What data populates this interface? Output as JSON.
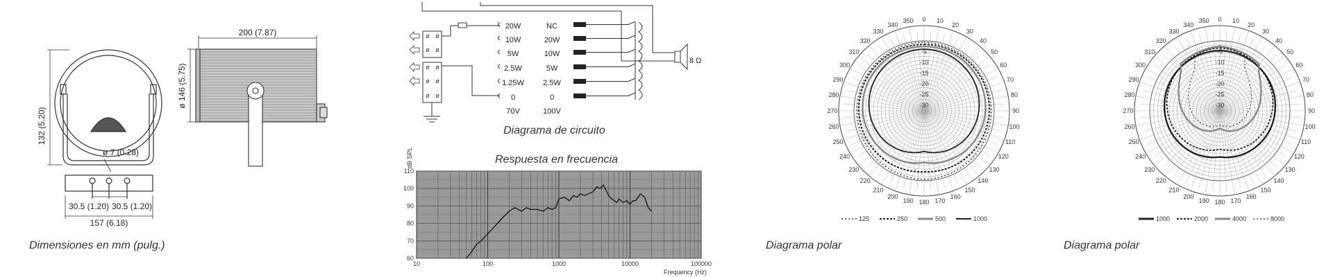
{
  "dimensions": {
    "caption": "Dimensiones en mm (pulg.)",
    "width_top": "200 (7.87)",
    "height_left": "132 (5.20)",
    "diameter_side": "ø 146 (5.75)",
    "hole_diameter": "ø 7 (0.28)",
    "spacing_left": "30.5 (1.20)",
    "spacing_right": "30.5 (1.20)",
    "base_width": "157 (6.18)"
  },
  "circuit": {
    "caption": "Diagrama de circuito",
    "col_70v": [
      "20W",
      "10W",
      "5W",
      "2.5W",
      "1.25W",
      "0"
    ],
    "col_100v": [
      "NC",
      "20W",
      "10W",
      "5W",
      "2.5W",
      "0"
    ],
    "label_70v": "70V",
    "label_100v": "100V",
    "impedance": "8 Ω"
  },
  "freq": {
    "caption": "Respuesta en frecuencia",
    "chart_data": {
      "type": "line",
      "title": "Respuesta en frecuencia",
      "xlabel": "Frequency (Hz)",
      "ylabel": "dB SPL",
      "xscale": "log",
      "xlim": [
        10,
        100000
      ],
      "ylim": [
        60,
        110
      ],
      "xticks": [
        "10",
        "100",
        "1000",
        "10000",
        "100000"
      ],
      "yticks": [
        "60",
        "70",
        "80",
        "90",
        "100",
        "110"
      ],
      "series": [
        {
          "x": [
            50,
            60,
            70,
            80,
            100,
            130,
            160,
            200,
            240,
            300,
            350,
            400,
            500,
            600,
            700,
            800,
            900,
            1000,
            1200,
            1400,
            1600,
            1800,
            2000,
            2300,
            2600,
            3000,
            3400,
            3800,
            4200,
            4600,
            5000,
            5500,
            6000,
            6500,
            7000,
            8000,
            9000,
            10000,
            11000,
            12000,
            14000,
            16000,
            18000,
            20000
          ],
          "y": [
            60,
            64,
            68,
            70,
            74,
            79,
            83,
            87,
            89,
            87,
            89,
            88,
            88,
            87,
            89,
            88,
            89,
            94,
            95,
            93,
            96,
            95,
            97,
            96,
            97,
            98,
            101,
            100,
            102,
            99,
            96,
            94,
            93,
            92,
            94,
            92,
            93,
            91,
            93,
            93,
            97,
            95,
            89,
            87
          ]
        }
      ]
    }
  },
  "polar1": {
    "caption": "Diagrama polar",
    "angles": [
      "0",
      "10",
      "20",
      "30",
      "40",
      "50",
      "60",
      "70",
      "80",
      "90",
      "100",
      "110",
      "120",
      "130",
      "140",
      "150",
      "160",
      "170",
      "180",
      "190",
      "200",
      "210",
      "220",
      "230",
      "240",
      "250",
      "260",
      "270",
      "280",
      "290",
      "300",
      "310",
      "320",
      "330",
      "340",
      "350"
    ],
    "radial_ticks": [
      "-5",
      "-10",
      "-15",
      "-20",
      "-25",
      "-30"
    ],
    "legend": [
      "125",
      "250",
      "500",
      "1000"
    ]
  },
  "polar2": {
    "caption": "Diagrama polar",
    "angles": [
      "0",
      "10",
      "20",
      "30",
      "40",
      "50",
      "60",
      "70",
      "80",
      "90",
      "100",
      "110",
      "120",
      "130",
      "140",
      "150",
      "160",
      "170",
      "180",
      "190",
      "200",
      "210",
      "220",
      "230",
      "240",
      "250",
      "260",
      "270",
      "280",
      "290",
      "300",
      "310",
      "320",
      "330",
      "340",
      "350"
    ],
    "radial_ticks": [
      "-5",
      "-10",
      "-15",
      "-20",
      "-25",
      "-30"
    ],
    "legend": [
      "1000",
      "2000",
      "4000",
      "8000"
    ]
  }
}
